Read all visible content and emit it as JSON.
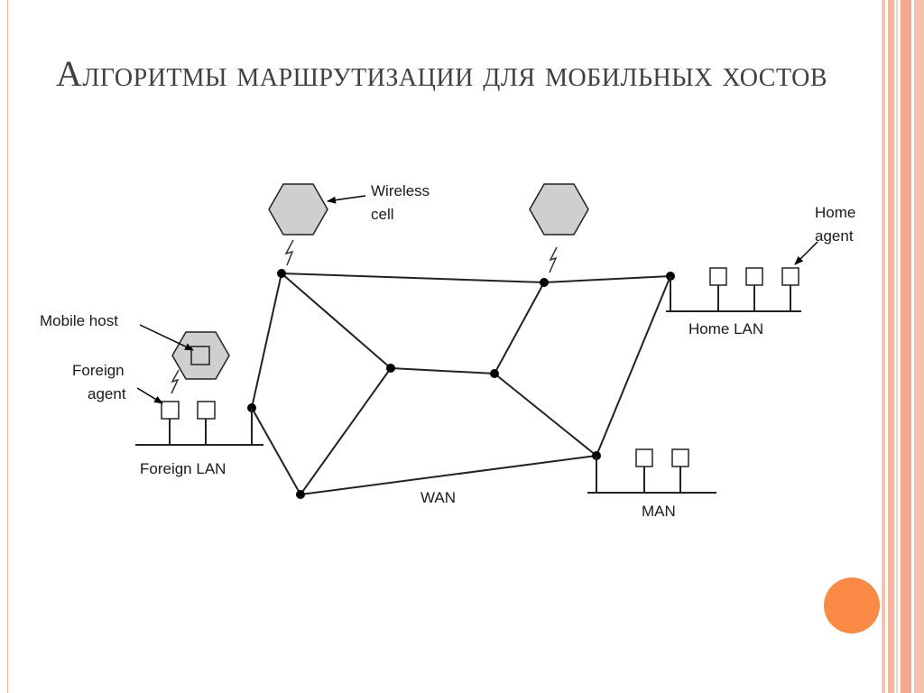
{
  "title": "Алгоритмы маршрутизации для мобильных хостов",
  "diagram": {
    "wireless_cell_label_line1": "Wireless",
    "wireless_cell_label_line2": "cell",
    "home_agent_label_line1": "Home",
    "home_agent_label_line2": "agent",
    "mobile_host_label": "Mobile host",
    "foreign_agent_label_line1": "Foreign",
    "foreign_agent_label_line2": "agent",
    "home_lan_label": "Home LAN",
    "foreign_lan_label": "Foreign LAN",
    "wan_label": "WAN",
    "man_label": "MAN"
  },
  "colors": {
    "accent": "#fa8a45",
    "hexagon_fill": "#cfcfcf",
    "title": "#404040"
  }
}
